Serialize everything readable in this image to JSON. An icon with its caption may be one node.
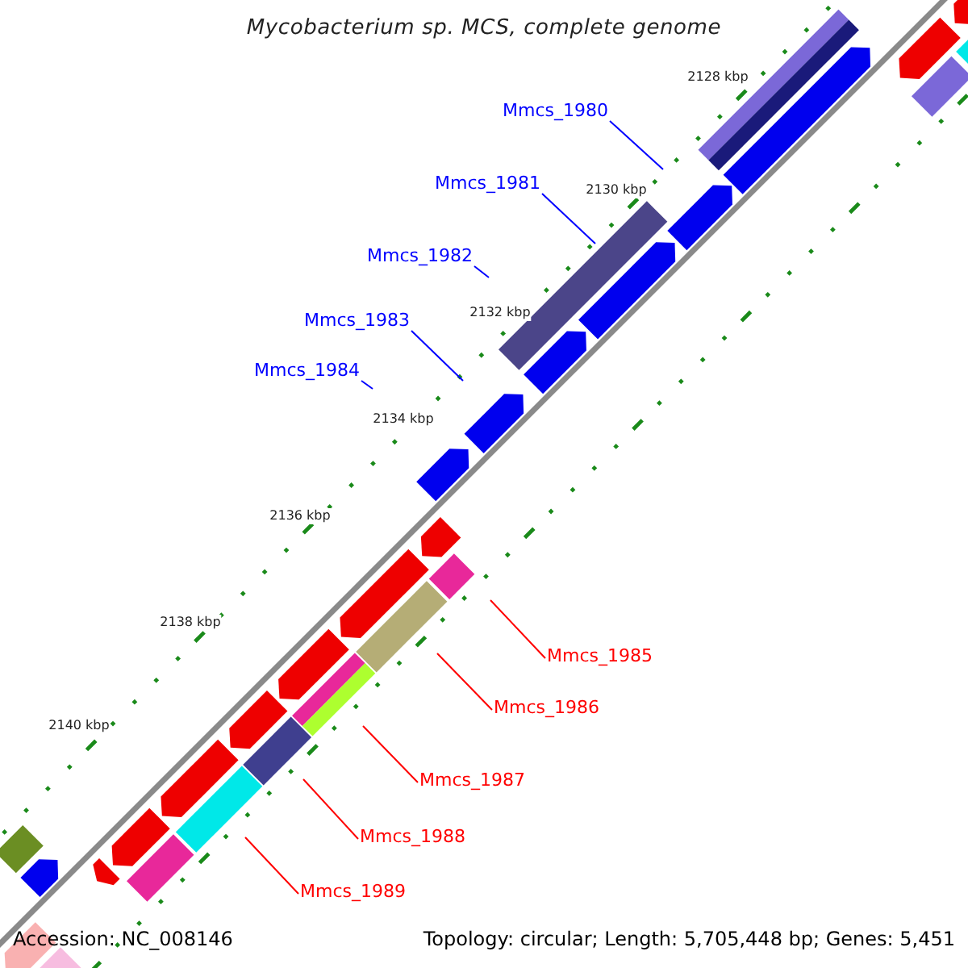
{
  "diagram": {
    "title": "Mycobacterium sp. MCS, complete genome",
    "nodes": [
      {
        "text": [
          "Mmcs_1980"
        ]
      },
      {
        "text": [
          "Mmcs_1981"
        ]
      },
      {
        "text": [
          "Mmcs_1982"
        ]
      },
      {
        "text": [
          "Mmcs_1983"
        ]
      },
      {
        "text": [
          "Mmcs_1984"
        ]
      },
      {
        "text": [
          "Mmcs_1985"
        ]
      },
      {
        "text": [
          "Mmcs_1986"
        ]
      },
      {
        "text": [
          "Mmcs_1987"
        ]
      },
      {
        "text": [
          "Mmcs_1988"
        ]
      },
      {
        "text": [
          "Mmcs_1989"
        ]
      }
    ],
    "edges": [
      {
        "from": 0,
        "to": null,
        "arrow": "none",
        "color": "#0000ff"
      },
      {
        "from": 1,
        "to": null,
        "arrow": "none",
        "color": "#0000ff"
      },
      {
        "from": 2,
        "to": null,
        "arrow": "none",
        "color": "#0000ff"
      },
      {
        "from": 3,
        "to": null,
        "arrow": "none",
        "color": "#0000ff"
      },
      {
        "from": 4,
        "to": null,
        "arrow": "none",
        "color": "#0000ff"
      },
      {
        "from": 5,
        "to": null,
        "arrow": "none",
        "color": "#ff0000"
      },
      {
        "from": 6,
        "to": null,
        "arrow": "none",
        "color": "#ff0000"
      },
      {
        "from": 7,
        "to": null,
        "arrow": "none",
        "color": "#ff0000"
      },
      {
        "from": 8,
        "to": null,
        "arrow": "none",
        "color": "#ff0000"
      },
      {
        "from": 9,
        "to": null,
        "arrow": "none",
        "color": "#ff0000"
      }
    ],
    "labels": [
      "2128 kbp",
      "2130 kbp",
      "2132 kbp",
      "2134 kbp",
      "2136 kbp",
      "2138 kbp",
      "2140 kbp",
      "Accession: NC_008146",
      "Topology: circular; Length: 5,705,448 bp; Genes: 5,451"
    ]
  }
}
